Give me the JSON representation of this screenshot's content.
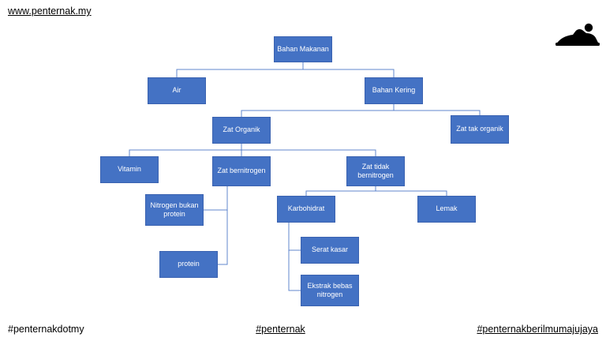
{
  "header": {
    "website_link": "www.penternak.my"
  },
  "footer": {
    "left_tag": "#penternakdotmy",
    "center_tag": "#penternak",
    "right_tag": "#penternakberilmumajujaya"
  },
  "colors": {
    "box_fill": "#4472C4",
    "box_border": "#3A62B0",
    "connector": "#4472C4",
    "box_text": "#FFFFFF",
    "logo": "#000000"
  },
  "diagram": {
    "type": "hierarchy",
    "title": "Bahan Makanan hierarchy",
    "nodes": {
      "bahan_makanan": {
        "label": "Bahan Makanan",
        "parent": null
      },
      "air": {
        "label": "Air",
        "parent": "Bahan Makanan"
      },
      "bahan_kering": {
        "label": "Bahan Kering",
        "parent": "Bahan Makanan"
      },
      "zat_organik": {
        "label": "Zat Organik",
        "parent": "Bahan Kering"
      },
      "zat_tak_organik": {
        "label": "Zat tak organik",
        "parent": "Bahan Kering"
      },
      "vitamin": {
        "label": "Vitamin",
        "parent": "Zat Organik"
      },
      "zat_bernitrogen": {
        "label": "Zat bernitrogen",
        "parent": "Zat Organik"
      },
      "zat_tidak_bernitrogen": {
        "label": "Zat tidak bernitrogen",
        "parent": "Zat Organik"
      },
      "nitrogen_bukan_protein": {
        "label": "Nitrogen bukan protein",
        "parent": "Zat bernitrogen"
      },
      "protein": {
        "label": "protein",
        "parent": "Zat bernitrogen"
      },
      "karbohidrat": {
        "label": "Karbohidrat",
        "parent": "Zat tidak bernitrogen"
      },
      "lemak": {
        "label": "Lemak",
        "parent": "Zat tidak bernitrogen"
      },
      "serat_kasar": {
        "label": "Serat kasar",
        "parent": "Karbohidrat"
      },
      "ekstrak_bebas_nitrogen": {
        "label": "Ekstrak bebas nitrogen",
        "parent": "Karbohidrat"
      }
    }
  }
}
